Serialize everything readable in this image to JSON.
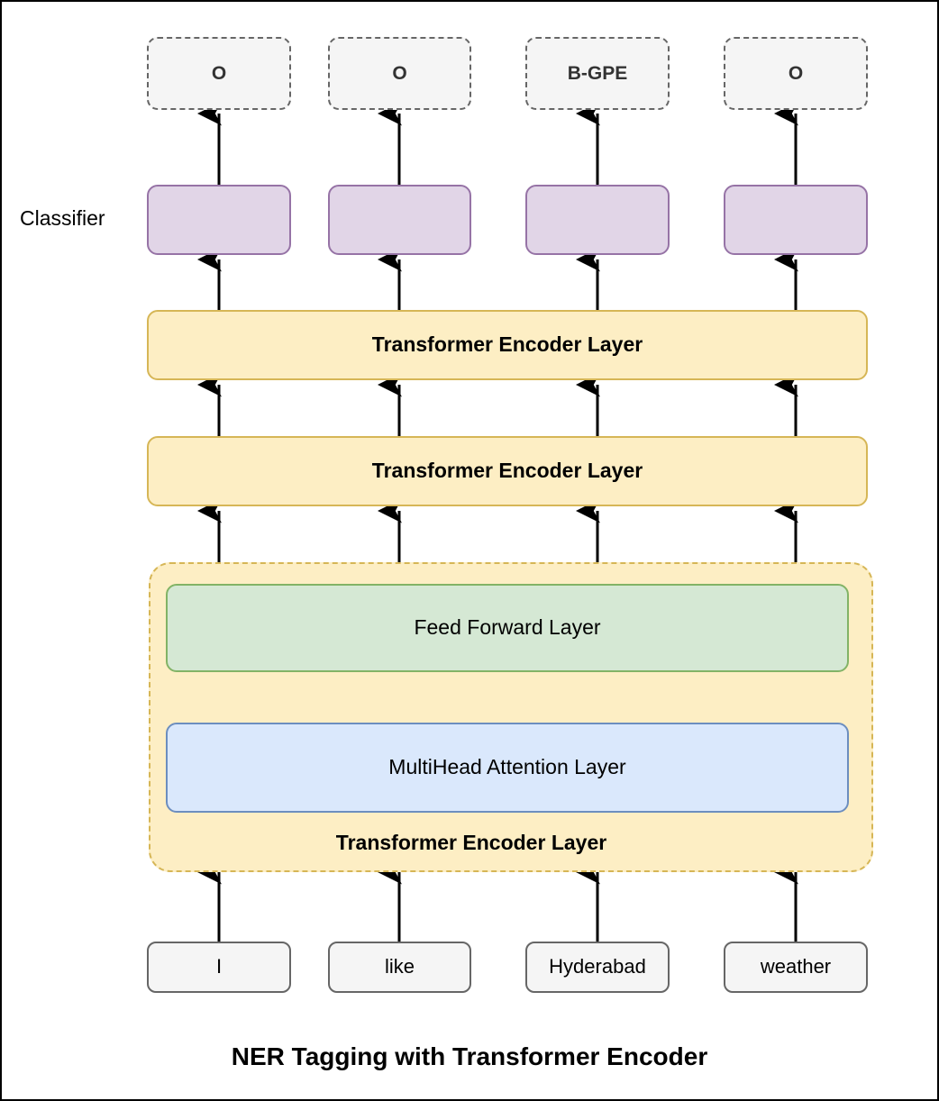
{
  "figure": {
    "caption": "NER Tagging with Transformer Encoder",
    "classifier_label": "Classifier",
    "columns": [
      {
        "token": "I",
        "tag": "O"
      },
      {
        "token": "like",
        "tag": "O"
      },
      {
        "token": "Hyderabad",
        "tag": "B-GPE"
      },
      {
        "token": "weather",
        "tag": "O"
      }
    ],
    "layers": {
      "encoder_top": "Transformer Encoder Layer",
      "encoder_mid": "Transformer Encoder Layer",
      "encoder_expanded": "Transformer Encoder Layer",
      "feed_forward": "Feed Forward Layer",
      "attention": "MultiHead Attention Layer"
    },
    "colors": {
      "tag_fill": "#f5f5f5",
      "tag_stroke": "#666666",
      "classifier_fill": "#e1d5e7",
      "classifier_stroke": "#9673a6",
      "encoder_fill": "#fdeec4",
      "encoder_stroke": "#d6b656",
      "feed_forward_fill": "#d5e8d4",
      "feed_forward_stroke": "#82b366",
      "attention_fill": "#dae8fc",
      "attention_stroke": "#6c8ebf",
      "token_fill": "#f5f5f5",
      "token_stroke": "#666666",
      "arrow": "#000000",
      "frame": "#000000"
    }
  }
}
